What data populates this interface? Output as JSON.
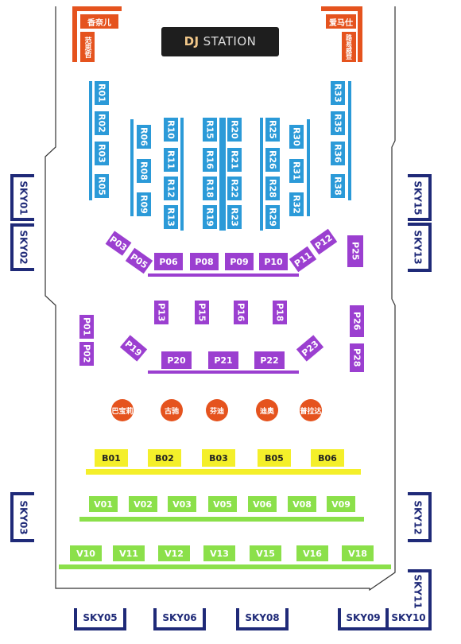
{
  "stage": {
    "dj": "DJ",
    "station": "STATION"
  },
  "brands": {
    "top_left": "香奈儿",
    "top_left_side": "范思哲",
    "top_right": "爱马仕",
    "top_right_side": "路易威登"
  },
  "sky": {
    "left": [
      "SKY01",
      "SKY02",
      "SKY03"
    ],
    "right": [
      "SKY15",
      "SKY13",
      "SKY12",
      "SKY11"
    ],
    "bottom": [
      "SKY05",
      "SKY06",
      "SKY08",
      "SKY09",
      "SKY10"
    ]
  },
  "r_tables": {
    "col1": [
      "R01",
      "R02",
      "R03",
      "R05"
    ],
    "col2": [
      "R06",
      "R08",
      "R09"
    ],
    "col3": [
      "R10",
      "R11",
      "R12",
      "R13"
    ],
    "col4": [
      "R15",
      "R16",
      "R18",
      "R19"
    ],
    "col5": [
      "R20",
      "R21",
      "R22",
      "R23"
    ],
    "col6": [
      "R25",
      "R26",
      "R28",
      "R29"
    ],
    "col7": [
      "R30",
      "R31",
      "R32"
    ],
    "col8": [
      "R33",
      "R35",
      "R36",
      "R38"
    ]
  },
  "p_tables": {
    "upper_arc": [
      "P03",
      "P05",
      "P06",
      "P08",
      "P09",
      "P10",
      "P11",
      "P12"
    ],
    "right_upper": "P25",
    "middle_row": [
      "P13",
      "P15",
      "P16",
      "P18"
    ],
    "left_pair": [
      "P01",
      "P02"
    ],
    "right_pair": [
      "P26",
      "P28"
    ],
    "lower_arc": [
      "P19",
      "P20",
      "P21",
      "P22",
      "P23"
    ]
  },
  "vip_booths": [
    "巴宝莉",
    "古驰",
    "芬迪",
    "迪奥",
    "普拉达"
  ],
  "b_tables": [
    "B01",
    "B02",
    "B03",
    "B05",
    "B06"
  ],
  "v_tables": {
    "row1": [
      "V01",
      "V02",
      "V03",
      "V05",
      "V06",
      "V08",
      "V09"
    ],
    "row2": [
      "V10",
      "V11",
      "V12",
      "V13",
      "V15",
      "V16",
      "V18"
    ]
  },
  "colors": {
    "r": "#2b9ad8",
    "p": "#9b3fd0",
    "vip": "#e5531e",
    "b": "#f4ef2a",
    "v": "#8be04a",
    "sky": "#1f2a78"
  }
}
